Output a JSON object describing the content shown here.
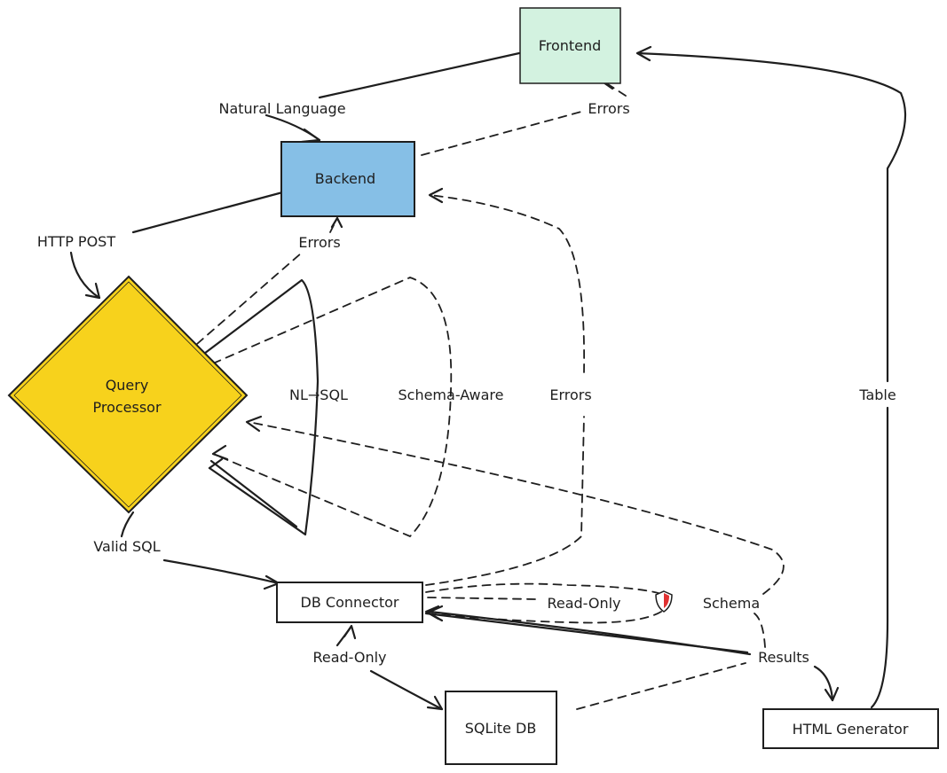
{
  "nodes": {
    "frontend": {
      "label": "Frontend",
      "fill": "#d3f2e0"
    },
    "backend": {
      "label": "Backend",
      "fill": "#86bfe6"
    },
    "query_processor": {
      "label_line1": "Query",
      "label_line2": "Processor",
      "fill": "#f7d21c"
    },
    "db_connector": {
      "label": "DB Connector",
      "fill": "#ffffff"
    },
    "sqlite_db": {
      "label": "SQLite DB",
      "fill": "#ffffff"
    },
    "html_generator": {
      "label": "HTML Generator",
      "fill": "#ffffff"
    }
  },
  "edges": {
    "natural_language": "Natural Language",
    "errors_backend_to_frontend": "Errors",
    "http_post": "HTTP POST",
    "errors_qp_to_backend": "Errors",
    "nl_to_sql": "NL→SQL",
    "schema_aware": "Schema-Aware",
    "errors_db_to_backend": "Errors",
    "table": "Table",
    "valid_sql": "Valid SQL",
    "read_only_self": "Read-Only",
    "schema": "Schema",
    "results": "Results",
    "read_only_db": "Read-Only"
  },
  "colors": {
    "stroke": "#1e1e1e",
    "shield": "#e03131"
  },
  "icons": [
    "shield-icon"
  ]
}
